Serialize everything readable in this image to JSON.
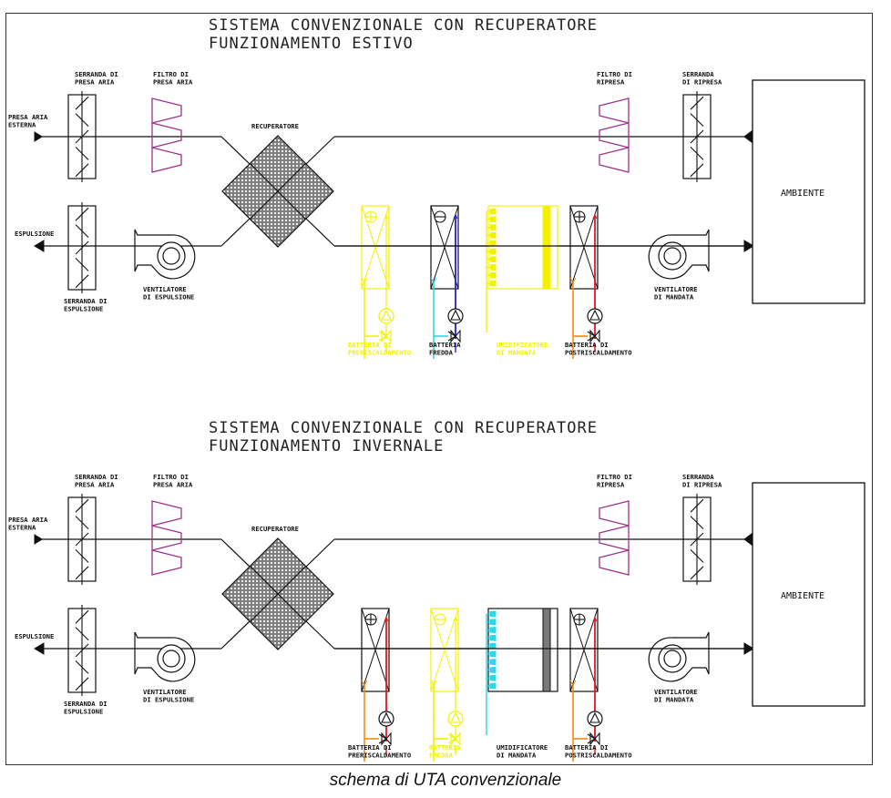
{
  "caption": "schema di UTA convenzionale",
  "colors": {
    "line": "#111111",
    "filter": "#a0308f",
    "yellow": "#f2f200",
    "cold_supply": "#1f22c8",
    "cold_return": "#2ad8e8",
    "hot_supply": "#e8141b",
    "hot_return": "#f08a1a",
    "humidifier_gray": "#7a7a7a"
  },
  "panels": [
    {
      "id": "summer",
      "title_line1": "SISTEMA CONVENZIONALE CON RECUPERATORE",
      "title_line2": "FUNZIONAMENTO ESTIVO",
      "labels": {
        "intake_damper": [
          "SERRANDA DI",
          "PRESA ARIA"
        ],
        "intake_filter": [
          "FILTRO DI",
          "PRESA ARIA"
        ],
        "outside_air": [
          "PRESA ARIA",
          "ESTERNA"
        ],
        "recuperator": [
          "RECUPERATORE"
        ],
        "return_filter": [
          "FILTRO DI",
          "RIPRESA"
        ],
        "return_damper": [
          "SERRANDA",
          "DI RIPRESA"
        ],
        "room": "AMBIENTE",
        "exhaust": [
          "ESPULSIONE"
        ],
        "exhaust_damper": [
          "SERRANDA DI",
          "ESPULSIONE"
        ],
        "exhaust_fan": [
          "VENTILATORE",
          "DI ESPULSIONE"
        ],
        "preheat": [
          "BATTERIA DI",
          "PRERISCALDAMENTO"
        ],
        "cooling": [
          "BATTERIA",
          "FREDDA"
        ],
        "humidifier": [
          "UMIDIFICATORE",
          "DI MANDATA"
        ],
        "postheat": [
          "BATTERIA DI",
          "POSTRISCALDAMENTO"
        ],
        "supply_fan": [
          "VENTILATORE",
          "DI MANDATA"
        ]
      },
      "states": {
        "preheat": "inactive",
        "cooling": "active",
        "humidifier": "inactive",
        "postheat": "active"
      }
    },
    {
      "id": "winter",
      "title_line1": "SISTEMA CONVENZIONALE CON RECUPERATORE",
      "title_line2": "FUNZIONAMENTO INVERNALE",
      "labels": {
        "intake_damper": [
          "SERRANDA DI",
          "PRESA ARIA"
        ],
        "intake_filter": [
          "FILTRO DI",
          "PRESA ARIA"
        ],
        "outside_air": [
          "PRESA ARIA",
          "ESTERNA"
        ],
        "recuperator": [
          "RECUPERATORE"
        ],
        "return_filter": [
          "FILTRO DI",
          "RIPRESA"
        ],
        "return_damper": [
          "SERRANDA",
          "DI RIPRESA"
        ],
        "room": "AMBIENTE",
        "exhaust": [
          "ESPULSIONE"
        ],
        "exhaust_damper": [
          "SERRANDA DI",
          "ESPULSIONE"
        ],
        "exhaust_fan": [
          "VENTILATORE",
          "DI ESPULSIONE"
        ],
        "preheat": [
          "BATTERIA DI",
          "PRERISCALDAMENTO"
        ],
        "cooling": [
          "BATTERIA",
          "FREDDA"
        ],
        "humidifier": [
          "UMIDIFICATORE",
          "DI MANDATA"
        ],
        "postheat": [
          "BATTERIA DI",
          "POSTRISCALDAMENTO"
        ],
        "supply_fan": [
          "VENTILATORE",
          "DI MANDATA"
        ]
      },
      "states": {
        "preheat": "active",
        "cooling": "inactive",
        "humidifier": "active",
        "postheat": "active"
      }
    }
  ]
}
